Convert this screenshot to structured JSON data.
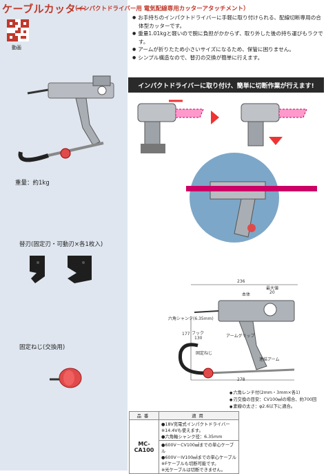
{
  "header": {
    "title": "ケーブルカッター",
    "subtitle": "（インパクトドライバー用 電気配線専用カッターアタッチメント）"
  },
  "sidebar": {
    "qr_label": "動画",
    "weight": "重量：約1kg",
    "blades": "替刃(固定刃・可動刃×各1枚入)",
    "screw": "固定ねじ(交換用)"
  },
  "features": [
    "お手持ちのインパクトドライバーに手軽に取り付けられる、配線切断専用の合体型カッターです。",
    "重量1.01kgと軽いので腕に負担がかからず、取り外した後の持ち運びもラクです。",
    "アームが折りたため小さいサイズになるため、保管に困りません。",
    "シンプル構造なので、替刃の交換が簡単に行えます。"
  ],
  "banner": "インパクトドライバーに取り付け、簡単に切断作業が行えます!",
  "diagram": {
    "dim_236": "236",
    "dim_max": "最大値",
    "dim_20": "20",
    "body": "本体",
    "hex": "六角シャンク(6.35mm)",
    "dim_177": "177",
    "dim_130": "130",
    "hook": "フック",
    "arm_grip": "アームグリップ",
    "fix_screw": "固定ねじ",
    "link_arm": "連結アーム",
    "dim_278": "278"
  },
  "notes": [
    "六角レンチ付(2mm・3mm×各1)",
    "刃交換の目安：CV100㎟の場合、約700回",
    "素線の太さ：φ2.6以下に適合。"
  ],
  "spec": {
    "col_model": "品番",
    "col_use": "適用",
    "model": "MC-CA100",
    "use1": [
      "●18V充電式インパクトドライバー",
      "※14.4Vも使えます。",
      "●六角軸シャンク径：6.35mm"
    ],
    "use2": [
      "●600V－CV100㎟までの単心ケーブル",
      "●600V－IV100㎟までの単心ケーブル",
      "※Fケーブルも切断可能です。",
      "※光ケーブルは切断できません。"
    ]
  },
  "colors": {
    "accent": "#c0392b",
    "sidebar": "#dfe6ef",
    "banner": "#2a2a2a",
    "knob": "#e04a4a"
  }
}
